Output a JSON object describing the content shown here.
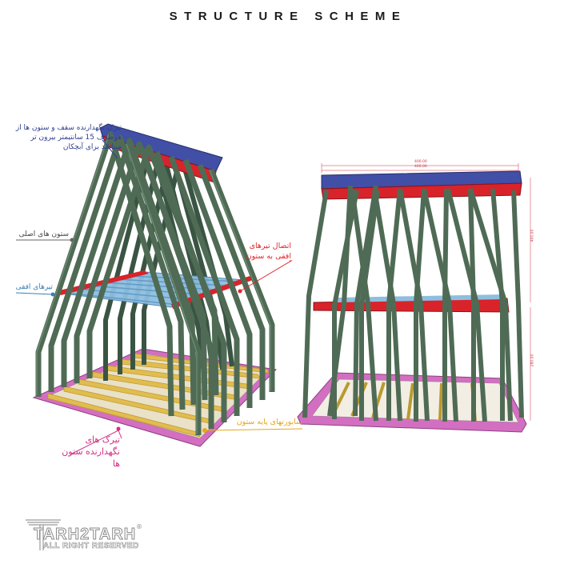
{
  "header": {
    "title": "STRUCTURE SCHEME"
  },
  "labels": {
    "roof_beam": "تیرک نگهدارنده سقف و ستون ها از هرطرف 15 سانتیمتر بیرون تر میباشد برای آبچکان",
    "main_columns": "ستون های اصلی",
    "horizontal_beams": "تیرهای افقی",
    "beam_column_connection": "اتصال تیرهای افقی به ستون",
    "base_beams": "تیرک های نگهدارنده ستون ها",
    "floor_joists": "سابورتهای پایه ستون"
  },
  "dimensions": {
    "top_outer": "400.00",
    "top_inner": "400.00",
    "right_upper": "400.00",
    "right_lower": "280.00"
  },
  "logo": {
    "text": "TARH2TARH",
    "subtext": "ALL RIGHT RESERVED",
    "registered": "®"
  },
  "colors": {
    "column": "#4f6b55",
    "column_dark": "#2f4535",
    "roof_top": "#414fa6",
    "roof_red": "#d8232a",
    "horizontal_beam": "#7db1dd",
    "base_frame": "#d36fc0",
    "floor_joist": "#d9b64a"
  }
}
